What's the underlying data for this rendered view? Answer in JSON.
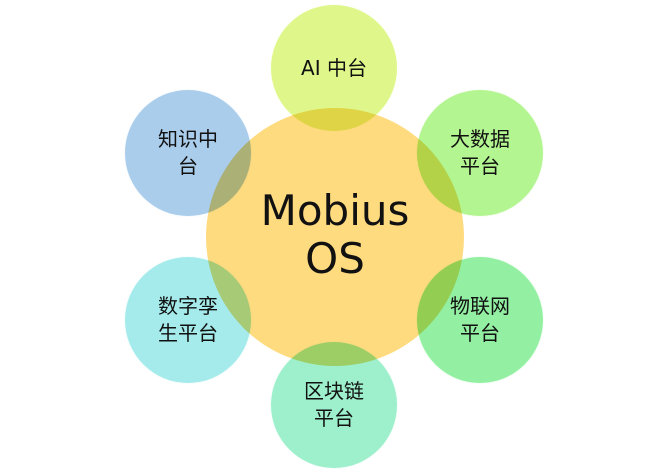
{
  "center": {
    "label": "Mobius OS",
    "color": "#FFDB80"
  },
  "satellites": [
    {
      "label": "AI 中台",
      "color": "#DFF78A",
      "position": "top"
    },
    {
      "label": "大数据平台",
      "color": "#B3F590",
      "position": "top-right"
    },
    {
      "label": "物联网平台",
      "color": "#93F0A3",
      "position": "bottom-right"
    },
    {
      "label": "区块链平台",
      "color": "#9DF0CB",
      "position": "bottom"
    },
    {
      "label": "数字孪生平台",
      "color": "#A6EBEB",
      "position": "bottom-left"
    },
    {
      "label": "知识中台",
      "color": "#ABCDEC",
      "position": "top-left"
    }
  ]
}
